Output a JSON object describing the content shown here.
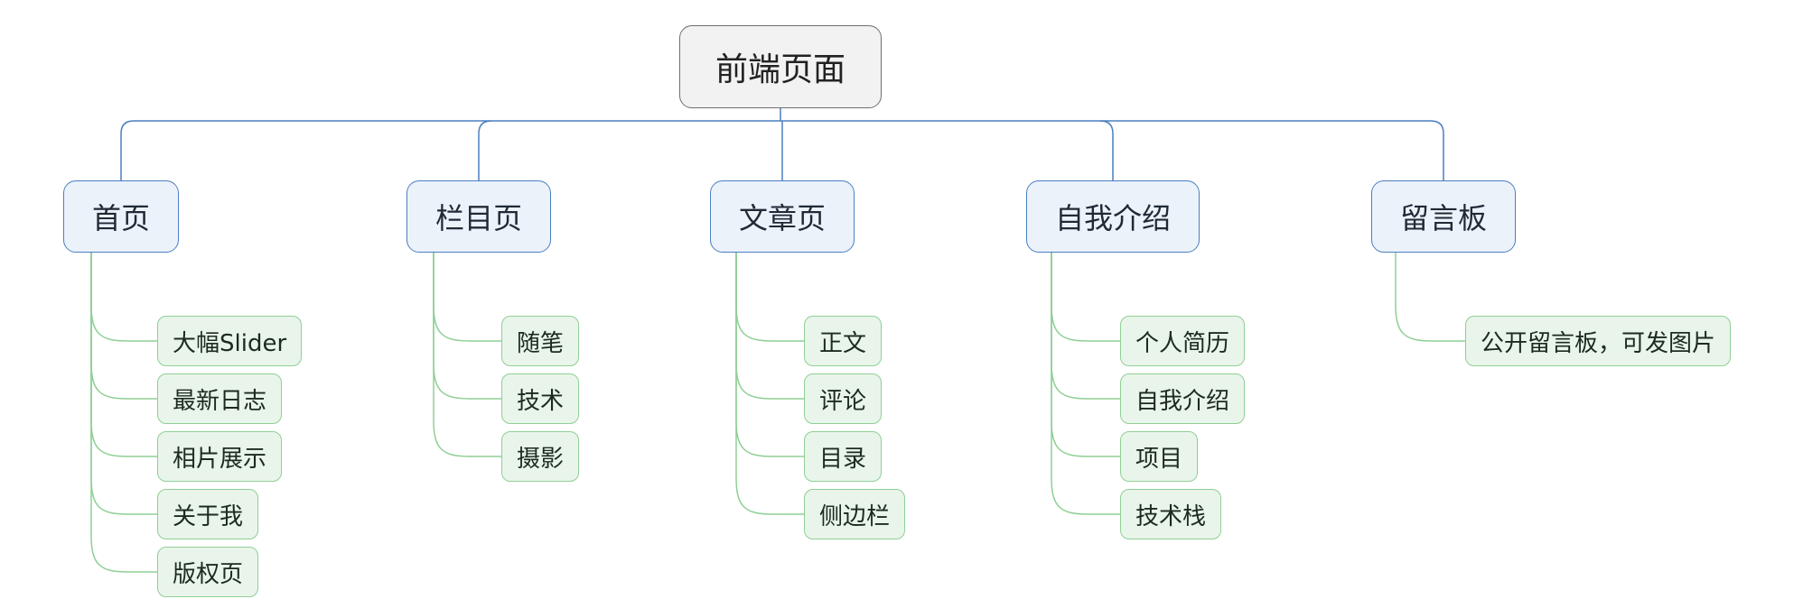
{
  "root": {
    "label": "前端页面"
  },
  "topics": [
    {
      "label": "首页",
      "children": [
        "大幅Slider",
        "最新日志",
        "相片展示",
        "关于我",
        "版权页"
      ]
    },
    {
      "label": "栏目页",
      "children": [
        "随笔",
        "技术",
        "摄影"
      ]
    },
    {
      "label": "文章页",
      "children": [
        "正文",
        "评论",
        "目录",
        "侧边栏"
      ]
    },
    {
      "label": "自我介绍",
      "children": [
        "个人简历",
        "自我介绍",
        "项目",
        "技术栈"
      ]
    },
    {
      "label": "留言板",
      "children": [
        "公开留言板，可发图片"
      ]
    }
  ],
  "colors": {
    "root_border": "#6e6e6e",
    "root_fill": "#f2f2f2",
    "topic_border": "#4a7fc1",
    "topic_fill": "#ecf2fa",
    "sub_border": "#8fcf95",
    "sub_fill": "#e9f5ea",
    "topic_line": "#4a7fc1",
    "sub_line": "#8fcf95"
  }
}
